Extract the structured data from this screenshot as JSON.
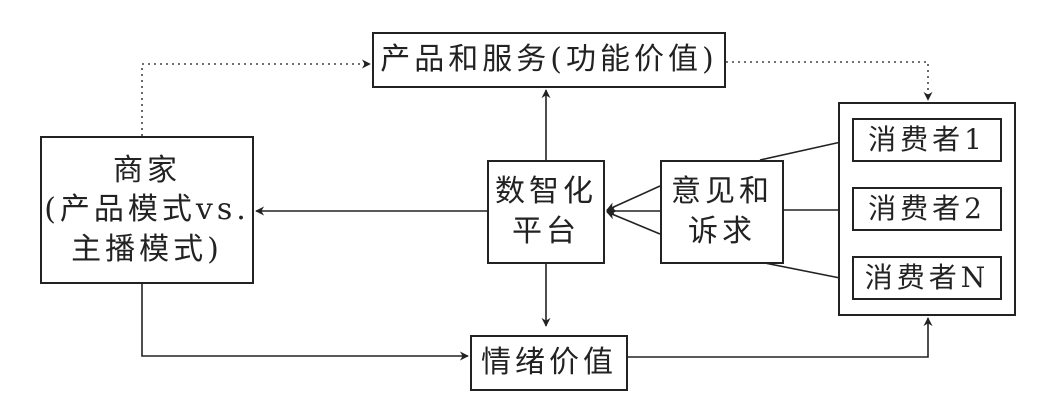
{
  "nodes": {
    "products": "产品和服务(功能价值)",
    "merchant": [
      "商家",
      "(产品模式vs.",
      "主播模式)"
    ],
    "platform": [
      "数智化",
      "平台"
    ],
    "opinions": [
      "意见和",
      "诉求"
    ],
    "emotional": "情绪价值",
    "consumers": [
      "消费者1",
      "消费者2",
      "消费者N"
    ]
  },
  "colors": {
    "line": "#222222",
    "background": "#ffffff"
  }
}
